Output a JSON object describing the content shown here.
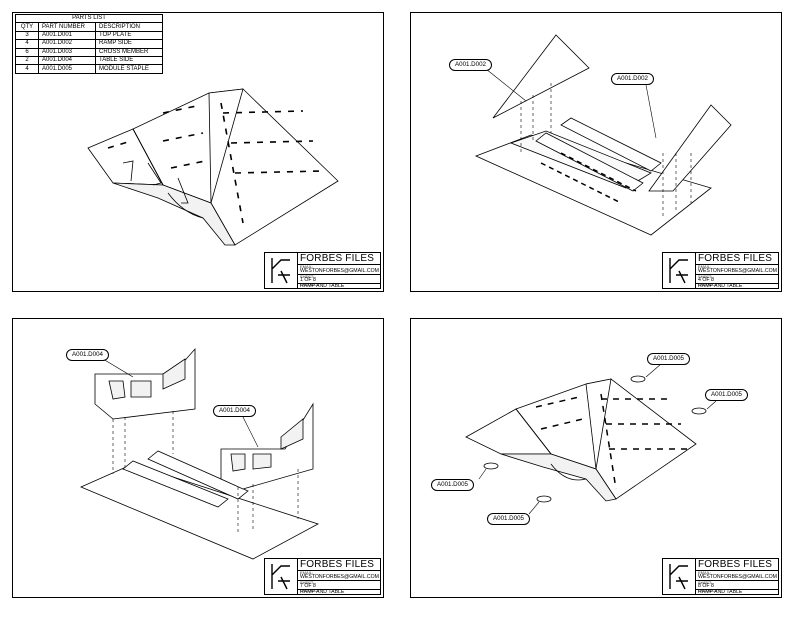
{
  "parts_list": {
    "title": "PARTS LIST",
    "headers": [
      "QTY",
      "PART NUMBER",
      "DESCRIPTION"
    ],
    "rows": [
      [
        "3",
        "A001.D001",
        "TOP PLATE"
      ],
      [
        "4",
        "A001.D002",
        "RAMP SIDE"
      ],
      [
        "6",
        "A001.D003",
        "CROSS MEMBER"
      ],
      [
        "2",
        "A001.D004",
        "TABLE SIDE"
      ],
      [
        "4",
        "A001.D005",
        "MODULE STAPLE"
      ]
    ]
  },
  "title_block": {
    "firm": "FORBES FILES",
    "email_label": "EMAIL:",
    "email": "WESTONFORBES@GMAIL.COM",
    "sheet_label": "SHEET:",
    "project_label": "PROJECT:",
    "project": "RAMP AND TABLE"
  },
  "sheets": [
    {
      "sheet_no": "1 OF 8",
      "callouts": []
    },
    {
      "sheet_no": "4 OF 8",
      "callouts": [
        "A001.D002",
        "A001.D002"
      ]
    },
    {
      "sheet_no": "7 OF 8",
      "callouts": [
        "A001.D004",
        "A001.D004"
      ]
    },
    {
      "sheet_no": "8 OF 8",
      "callouts": [
        "A001.D005",
        "A001.D005",
        "A001.D005",
        "A001.D005"
      ]
    }
  ]
}
